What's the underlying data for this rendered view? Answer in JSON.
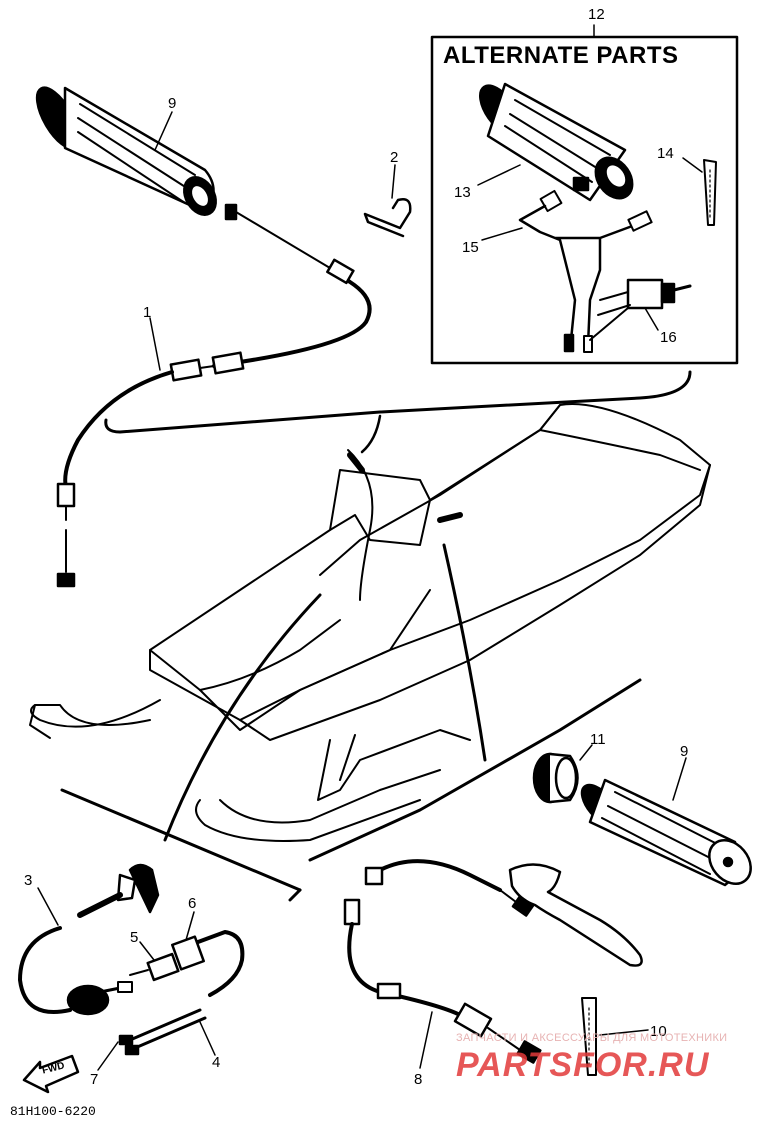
{
  "alternate_parts_title": "ALTERNATE PARTS",
  "part_numbers": {
    "p1": "1",
    "p2": "2",
    "p3": "3",
    "p4": "4",
    "p5": "5",
    "p6": "6",
    "p7": "7",
    "p8": "8",
    "p9a": "9",
    "p9b": "9",
    "p10": "10",
    "p11": "11",
    "p12": "12",
    "p13": "13",
    "p14": "14",
    "p15": "15",
    "p16": "16"
  },
  "fwd_label": "FWD",
  "diagram_code": "81H100-6220",
  "watermark": {
    "line1": "ЗАПЧАСТИ И АКСЕССУАРЫ ДЛЯ МОТОТЕХНИКИ",
    "line2": "PARTSFOR.RU"
  }
}
